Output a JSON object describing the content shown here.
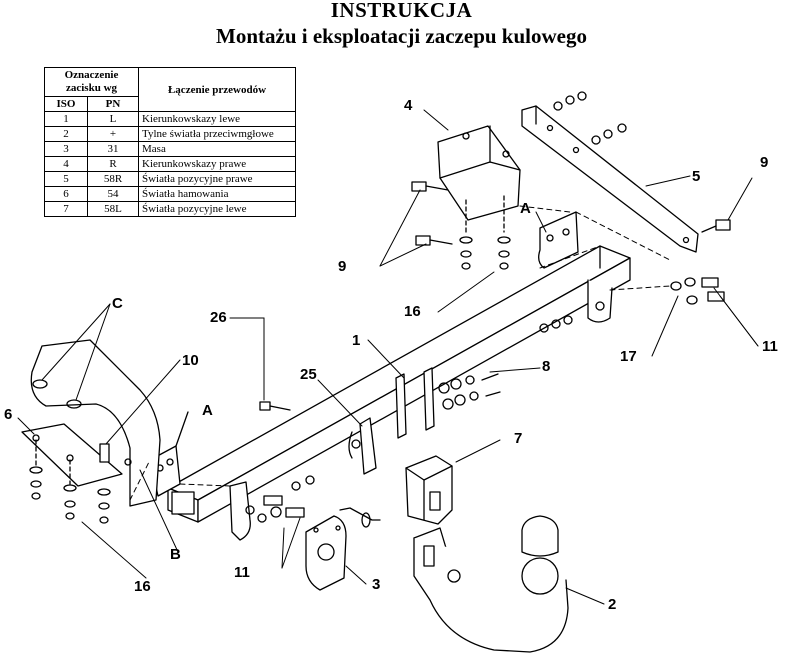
{
  "header": {
    "title": "INSTRUKCJA",
    "subtitle": "Montażu i eksploatacji zaczepu kulowego"
  },
  "table": {
    "group_header": "Oznaczenie zacisku wg",
    "col_iso": "ISO",
    "col_pn": "PN",
    "col_desc": "Łączenie przewodów",
    "rows": [
      {
        "iso": "1",
        "pn": "L",
        "desc": "Kierunkowskazy lewe"
      },
      {
        "iso": "2",
        "pn": "+",
        "desc": "Tylne światła przeciwmgłowe"
      },
      {
        "iso": "3",
        "pn": "31",
        "desc": "Masa"
      },
      {
        "iso": "4",
        "pn": "R",
        "desc": "Kierunkowskazy prawe"
      },
      {
        "iso": "5",
        "pn": "58R",
        "desc": "Światła pozycyjne prawe"
      },
      {
        "iso": "6",
        "pn": "54",
        "desc": "Światła hamowania"
      },
      {
        "iso": "7",
        "pn": "58L",
        "desc": "Światła pozycyjne lewe"
      }
    ]
  },
  "callouts": {
    "l4": "4",
    "l9a": "9",
    "l9b": "9",
    "l5": "5",
    "lA1": "A",
    "lA2": "A",
    "l16a": "16",
    "l16b": "16",
    "l11a": "11",
    "l11b": "11",
    "l17": "17",
    "lC": "C",
    "l10": "10",
    "l6": "6",
    "l26": "26",
    "l1": "1",
    "l25": "25",
    "l8": "8",
    "l7": "7",
    "l3": "3",
    "l2": "2",
    "lB": "B"
  },
  "icons": {
    "drawing": "towbar-exploded-view"
  }
}
